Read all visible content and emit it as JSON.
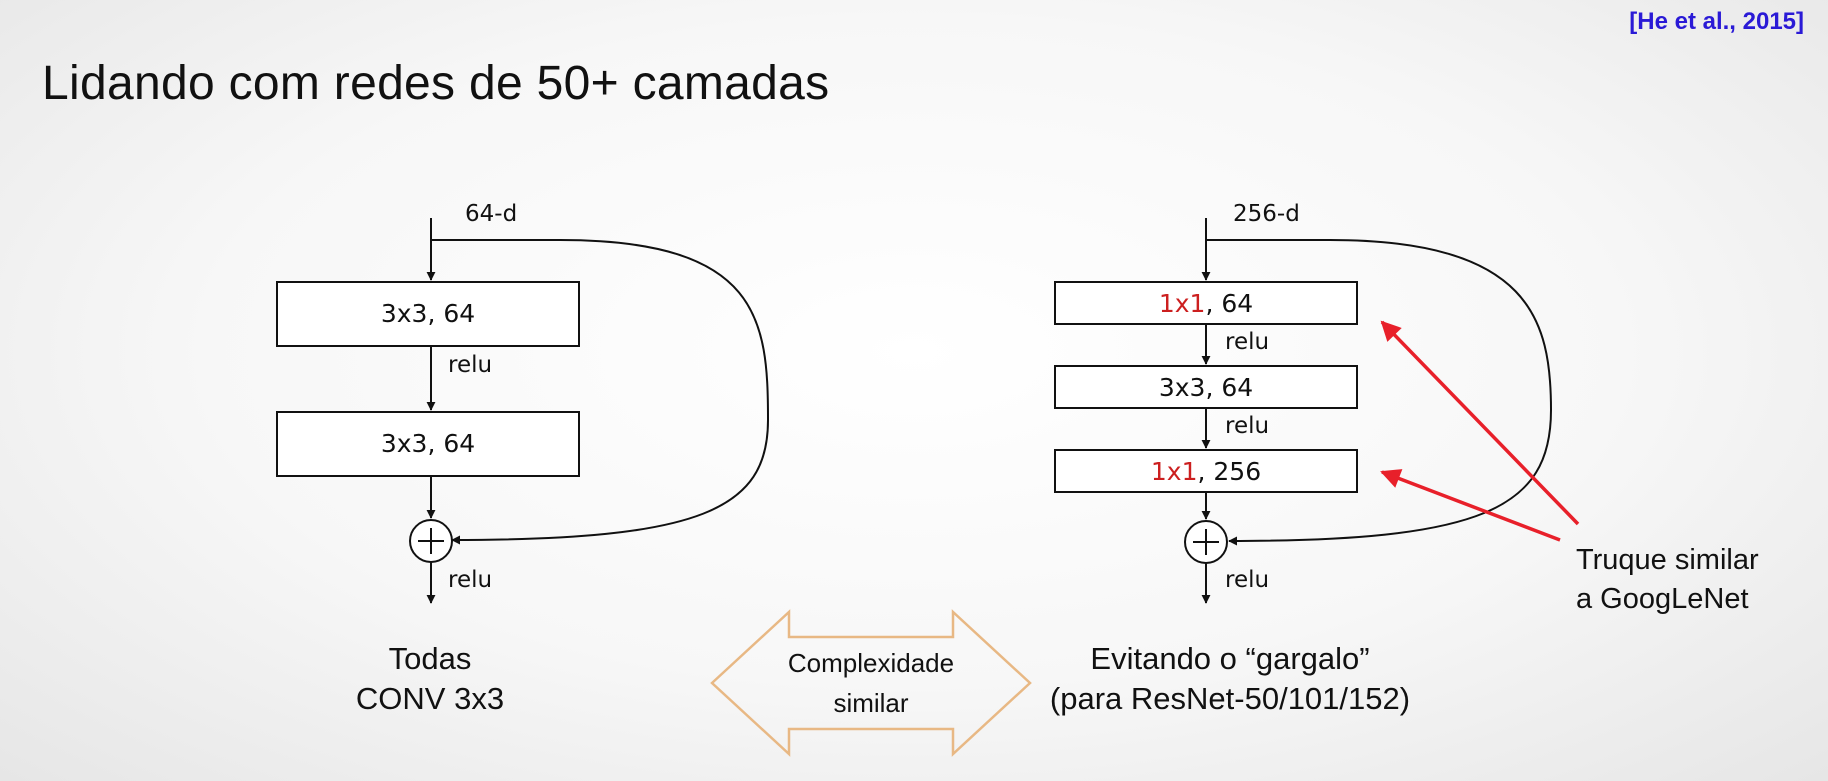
{
  "citation": "[He et al., 2015]",
  "title": "Lidando com redes de 50+ camadas",
  "left_block": {
    "input_label": "64-d",
    "conv1": "3x3, 64",
    "relu1": "relu",
    "conv2": "3x3, 64",
    "relu_out": "relu",
    "caption_line1": "Todas",
    "caption_line2": "CONV 3x3"
  },
  "right_block": {
    "input_label": "256-d",
    "conv1_red": "1x1",
    "conv1_rest": ", 64",
    "relu1": "relu",
    "conv2": "3x3, 64",
    "relu2": "relu",
    "conv3_red": "1x1",
    "conv3_rest": ", 256",
    "relu_out": "relu",
    "caption_line1": "Evitando o “gargalo”",
    "caption_line2": "(para ResNet-50/101/152)"
  },
  "comparison": {
    "line1": "Complexidade",
    "line2": "similar"
  },
  "note": {
    "line1": "Truque similar",
    "line2": "a GoogLeNet"
  },
  "colors": {
    "highlight_red": "#cc1f1f",
    "annotation_arrow": "#e8202a",
    "double_arrow_outline": "#e8b884",
    "citation_blue": "#2a1ad6"
  },
  "icons": {
    "add": "circled-plus-icon"
  }
}
